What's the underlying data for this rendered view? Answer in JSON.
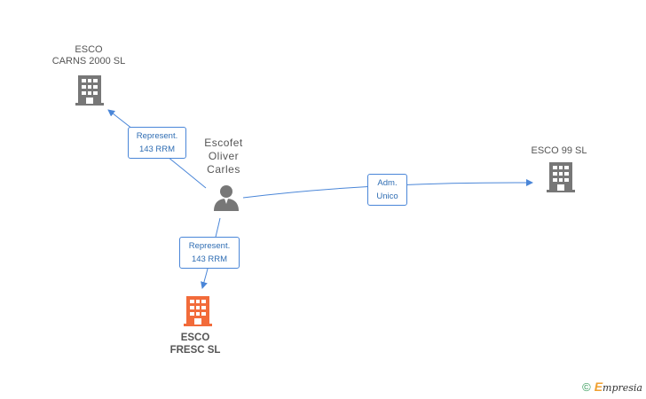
{
  "nodes": {
    "esco_carns": {
      "label": "ESCO\nCARNS 2000 SL",
      "icon": "building-icon",
      "color": "#777777"
    },
    "person": {
      "label": "Escofet\nOliver\nCarles",
      "icon": "person-icon",
      "color": "#777777"
    },
    "esco_99": {
      "label": "ESCO 99 SL",
      "icon": "building-icon",
      "color": "#777777"
    },
    "esco_fresc": {
      "label": "ESCO\nFRESC SL",
      "icon": "building-icon",
      "color": "#f26b3a"
    }
  },
  "edges": [
    {
      "line1": "Represent.",
      "line2": "143 RRM",
      "from": "person",
      "to": "esco_carns"
    },
    {
      "line1": "Adm.",
      "line2": "Unico",
      "from": "person",
      "to": "esco_99"
    },
    {
      "line1": "Represent.",
      "line2": "143 RRM",
      "from": "person",
      "to": "esco_fresc"
    }
  ],
  "colors": {
    "edge": "#4a86d8",
    "edge_text": "#2f6db3"
  },
  "footer": {
    "copyright": "©",
    "brand_initial": "E",
    "brand_rest": "mpresia"
  }
}
